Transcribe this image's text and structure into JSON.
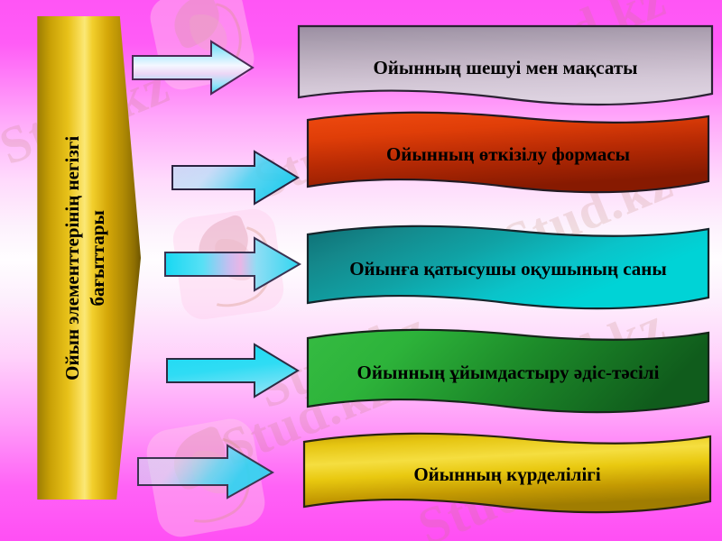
{
  "slide": {
    "background_top_color": "#ff55f5",
    "background_mid_color": "#fffdff",
    "background_bottom_color": "#ff4ff4"
  },
  "pillar": {
    "name": "main-concept-pillar",
    "color": "#e8c21a",
    "line1": "Ойын элементтерінің негізгі",
    "line2": "бағыттары"
  },
  "arrows": [
    {
      "name": "arrow-1",
      "style": "cyan-white-horizontal"
    },
    {
      "name": "arrow-2",
      "style": "cyan-translucent"
    },
    {
      "name": "arrow-3",
      "style": "cyan-pink-gradient"
    },
    {
      "name": "arrow-4",
      "style": "cyan-solid"
    },
    {
      "name": "arrow-5",
      "style": "cyan-pale-translucent"
    }
  ],
  "banners": [
    {
      "name": "banner-goal",
      "text": "Ойынның шешуі мен мақсаты",
      "color_light": "#c9bcc9",
      "color_dark": "#8d7f92",
      "text_color": "#000000"
    },
    {
      "name": "banner-form",
      "text": "Ойынның өткізілу формасы",
      "color_light": "#e8420e",
      "color_dark": "#8c1c02",
      "text_color": "#000000"
    },
    {
      "name": "banner-participants",
      "text": "Ойынға қатысушы оқушының саны",
      "color_light": "#00cdcd",
      "color_dark": "#0e7273",
      "text_color": "#000000"
    },
    {
      "name": "banner-method",
      "text": "Ойынның ұйымдастыру әдіс-тәсілі",
      "color_light": "#2cb03a",
      "color_dark": "#11601d",
      "text_color": "#000000"
    },
    {
      "name": "banner-complexity",
      "text": "Ойынның күрделілігі",
      "color_light": "#f2d400",
      "color_dark": "#9a7a02",
      "text_color": "#000000"
    }
  ],
  "watermarks": {
    "text": "Stud.kz",
    "color": "#be826e"
  }
}
